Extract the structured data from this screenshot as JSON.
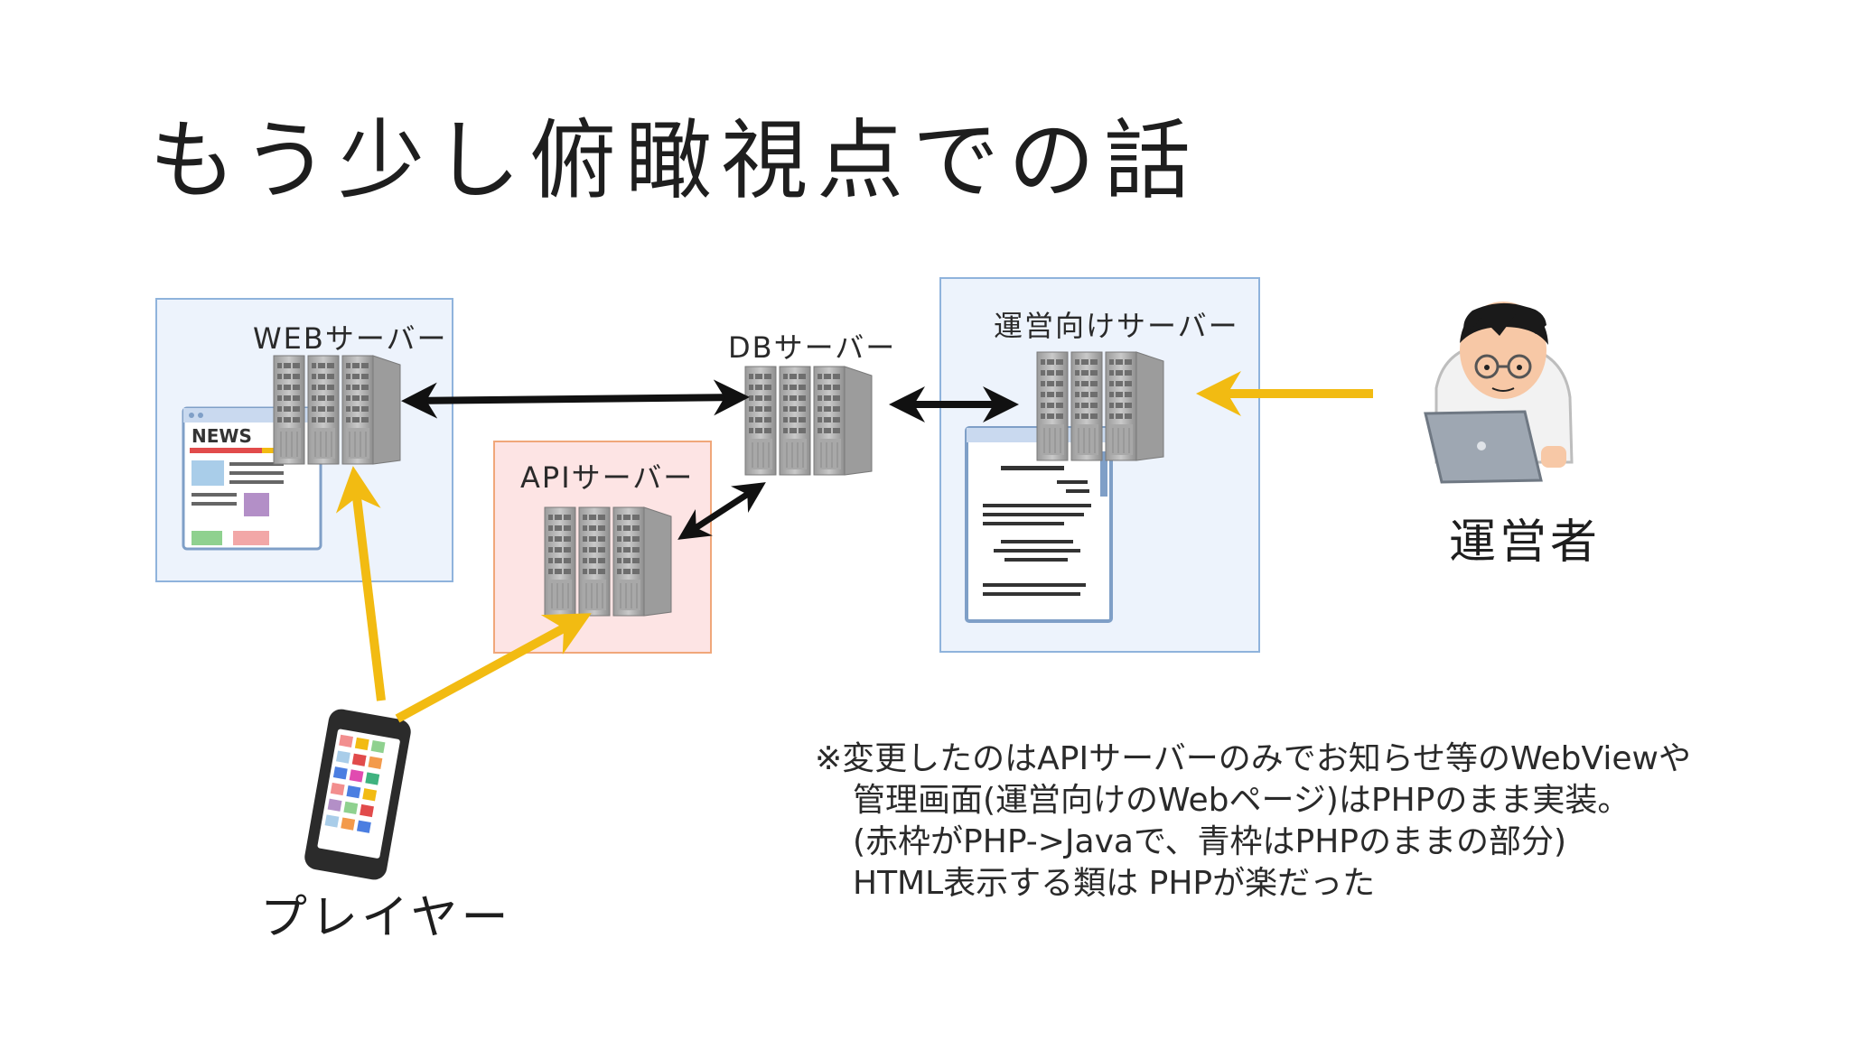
{
  "slide": {
    "title": "もう少し俯瞰視点での話"
  },
  "nodes": {
    "web_server": "WEBサーバー",
    "db_server": "DBサーバー",
    "api_server": "APIサーバー",
    "admin_server": "運営向けサーバー",
    "operator": "運営者",
    "player": "プレイヤー"
  },
  "icons": {
    "news": "NEWS"
  },
  "note": {
    "lines": [
      "※変更したのはAPIサーバーのみでお知らせ等のWebViewや",
      "管理画面(運営向けのWebページ)はPHPのまま実装。",
      "(赤枠がPHP->Javaで、青枠はPHPのままの部分)",
      "HTML表示する類は PHPが楽だった"
    ]
  },
  "colors": {
    "blue_frame": "#8fb3dc",
    "blue_fill": "#edf3fc",
    "red_frame": "#f0a77a",
    "red_fill": "#fde4e4",
    "arrow_black": "#111111",
    "arrow_yellow": "#f2bb12"
  }
}
